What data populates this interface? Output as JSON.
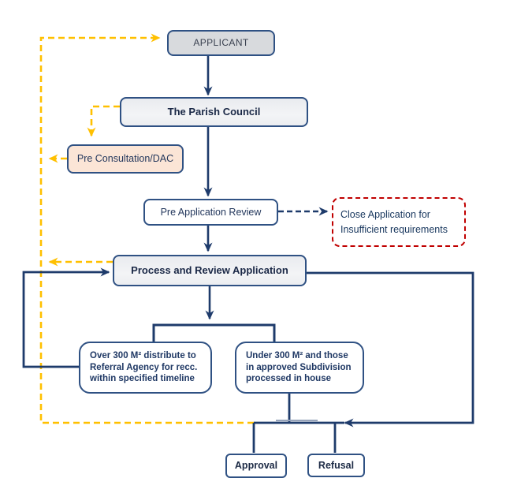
{
  "diagram": {
    "type": "flowchart",
    "colors": {
      "flow_line_navy": "#1e3b6b",
      "feedback_line_gold": "#ffc000",
      "alert_border_red": "#c00000",
      "node_border_navy": "#2f5183",
      "fill_gray": "#d8dadd",
      "fill_lightgray": "#eef0f3",
      "fill_peach": "#fbe5d6"
    },
    "nodes": {
      "applicant": {
        "label": "APPLICANT"
      },
      "parish_council": {
        "label": "The Parish Council"
      },
      "pre_consultation": {
        "label": "Pre Consultation/DAC"
      },
      "pre_application_review": {
        "label": "Pre Application Review"
      },
      "close_application": {
        "label": "Close Application for\nInsufficient requirements"
      },
      "process_review": {
        "label": "Process and Review Application"
      },
      "over_300": {
        "label": "Over 300 M² distribute to\nReferral Agency for recc.\nwithin specified timeline"
      },
      "under_300": {
        "label": "Under 300 M² and those\nin approved Subdivision\nprocessed in house"
      },
      "approval": {
        "label": "Approval"
      },
      "refusal": {
        "label": "Refusal"
      }
    }
  }
}
